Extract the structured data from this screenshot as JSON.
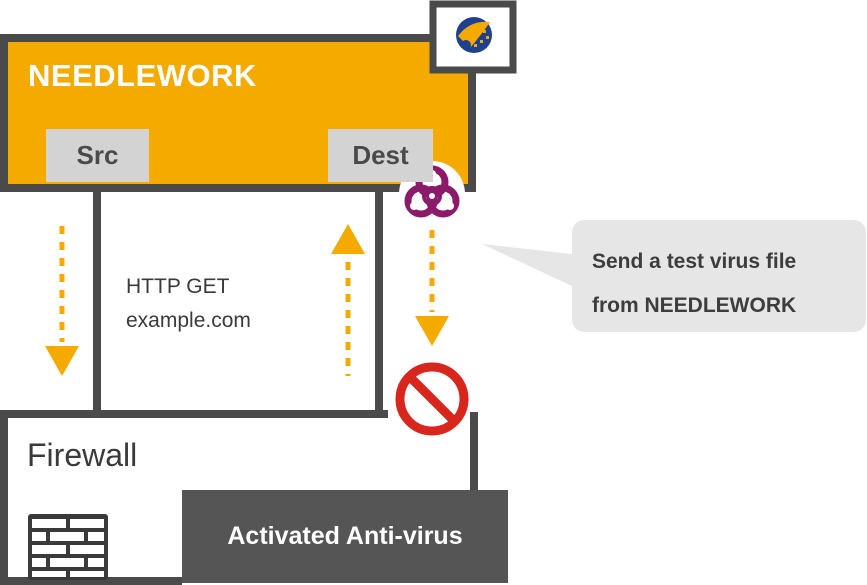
{
  "app": {
    "title": "NEEDLEWORK",
    "logo_icon": "needlework-logo-icon",
    "brand_color": "#F5AA00"
  },
  "ports": {
    "src_label": "Src",
    "dest_label": "Dest"
  },
  "request": {
    "line1": "HTTP GET",
    "line2": "example.com"
  },
  "callout": {
    "line1": "Send a test virus file",
    "line2": "from NEEDLEWORK"
  },
  "firewall": {
    "label": "Firewall",
    "icon": "brick-wall-icon",
    "antivirus_label": "Activated Anti-virus"
  },
  "icons": {
    "virus": "biohazard-icon",
    "blocked": "prohibited-icon"
  },
  "colors": {
    "arrow": "#F5AA00",
    "outline": "#4a4a4a",
    "virus": "#8B1A6B",
    "blocked": "#D9261C",
    "callout_bg": "#E6E6E6"
  }
}
